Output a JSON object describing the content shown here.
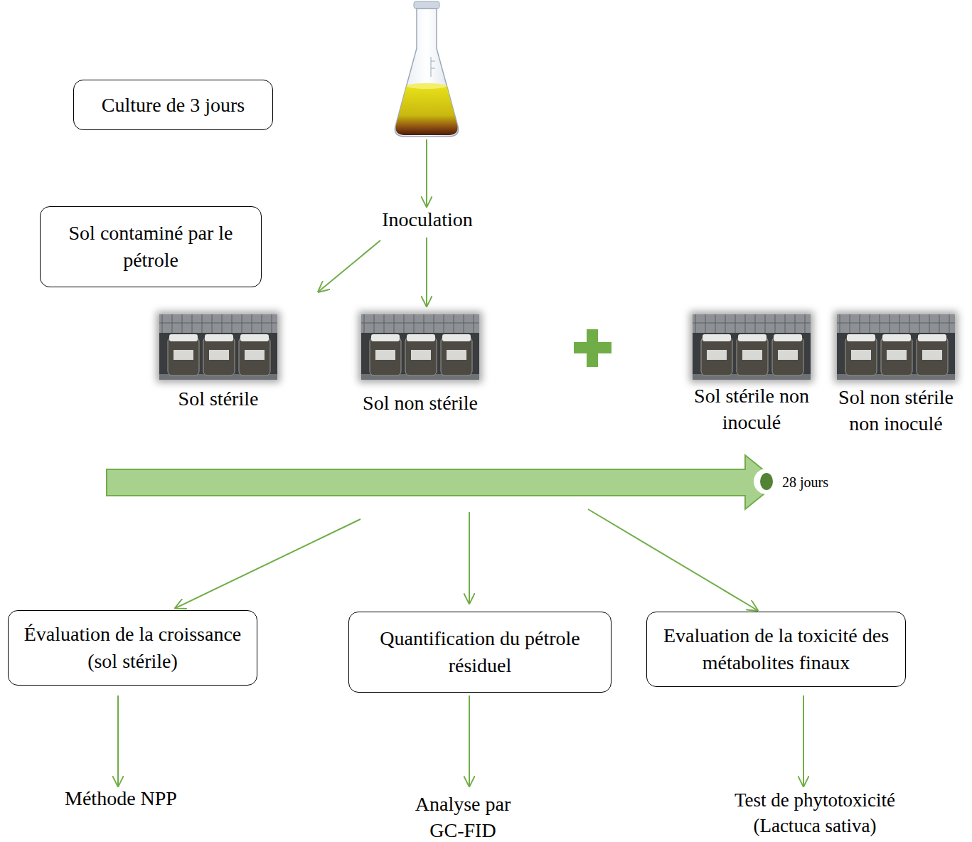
{
  "diagram": {
    "nodes": [
      {
        "text": [
          "Culture de 3 jours"
        ]
      },
      {
        "text": [
          "Sol contaminé par le pétrole"
        ]
      },
      {
        "text": [
          "Sol stérile"
        ]
      },
      {
        "text": [
          "Sol non stérile"
        ]
      },
      {
        "text": [
          "Sol stérile non inoculé"
        ]
      },
      {
        "text": [
          "Sol non stérile non inoculé"
        ]
      },
      {
        "text": [
          "Évaluation de la croissance (sol stérile)"
        ]
      },
      {
        "text": [
          "Quantification du pétrole résiduel"
        ]
      },
      {
        "text": [
          "Evaluation de la toxicité des métabolites finaux"
        ]
      }
    ],
    "labels": [
      "Inoculation",
      "28 jours",
      "Méthode NPP",
      "Analyse par GC-FID",
      "Test de phytotoxicité (Lactuca sativa)"
    ]
  }
}
